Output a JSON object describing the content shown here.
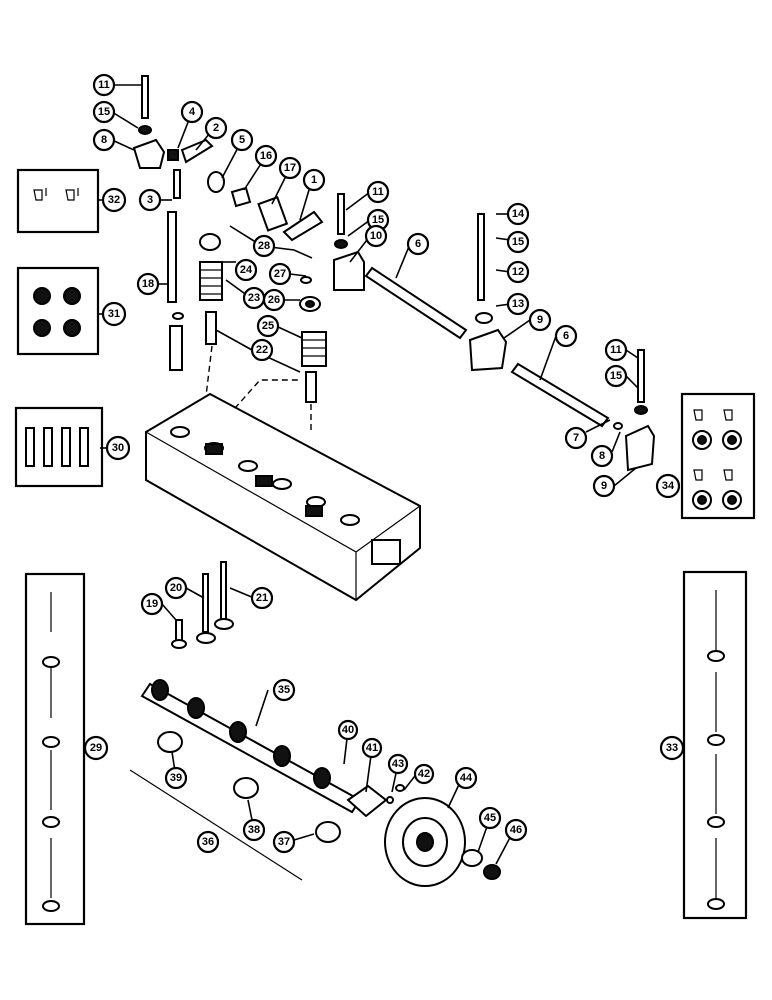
{
  "callouts": {
    "c11a": "11",
    "c15a": "15",
    "c8a": "8",
    "c4": "4",
    "c2": "2",
    "c5": "5",
    "c16": "16",
    "c17": "17",
    "c1": "1",
    "c3": "3",
    "c32": "32",
    "c28": "28",
    "c11b": "11",
    "c15b": "15",
    "c10a": "10",
    "c6a": "6",
    "c14": "14",
    "c15c": "15",
    "c12": "12",
    "c13": "13",
    "c9a": "9",
    "c6b": "6",
    "c24": "24",
    "c18": "18",
    "c27": "27",
    "c26": "26",
    "c23": "23",
    "c31": "31",
    "c25": "25",
    "c22": "22",
    "c11c": "11",
    "c15d": "15",
    "c30": "30",
    "c7": "7",
    "c8b": "8",
    "c9b": "9",
    "c34": "34",
    "c20": "20",
    "c21": "21",
    "c19": "19",
    "c35": "35",
    "c40": "40",
    "c41": "41",
    "c43": "43",
    "c42": "42",
    "c44": "44",
    "c29": "29",
    "c33": "33",
    "c39": "39",
    "c38": "38",
    "c37": "37",
    "c36": "36",
    "c45": "45",
    "c46": "46"
  }
}
